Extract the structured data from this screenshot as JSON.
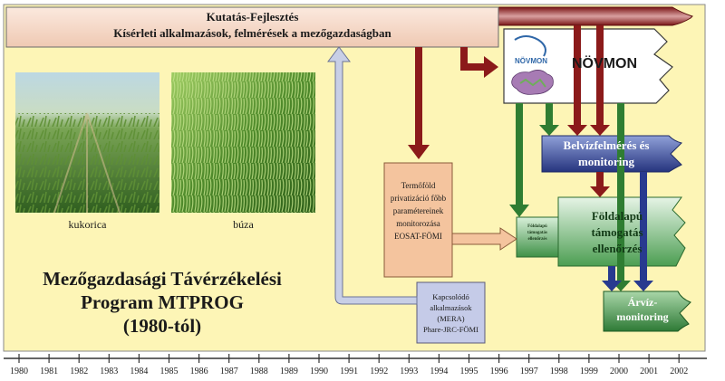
{
  "banner": {
    "line1": "Kutatás-Fejlesztés",
    "line2": "Kísérleti alkalmazások, felmérések a mezőgazdaságban"
  },
  "photos": {
    "corn_caption": "kukorica",
    "wheat_caption": "búza"
  },
  "program": {
    "line1": "Mezőgazdasági Távérzékelési",
    "line2": "Program MTPROG",
    "line3": "(1980-tól)"
  },
  "boxes": {
    "privatization": [
      "Termőföld",
      "privatizáció főbb",
      "paramétereinek",
      "monitorozása",
      "EOSAT-FÖMI"
    ],
    "related": [
      "Kapcsolódó",
      "alkalmazások",
      "(MERA)",
      "Phare-JRC-FÖMI"
    ],
    "novmon_logo": "NÖVMON",
    "novmon": "NÖVMON",
    "belviz": [
      "Belvízfelmérés és",
      "monitoring"
    ],
    "small_support": [
      "Földalapú",
      "támogatás",
      "ellenőrzés"
    ],
    "foldalapu": [
      "Földalapú",
      "támogatás",
      "ellenőrzés"
    ],
    "arviz": [
      "Árvíz-",
      "monitoring"
    ]
  },
  "timeline": {
    "years": [
      "1980",
      "1981",
      "1982",
      "1983",
      "1984",
      "1985",
      "1986",
      "1987",
      "1988",
      "1989",
      "1990",
      "1991",
      "1992",
      "1993",
      "1994",
      "1995",
      "1996",
      "1997",
      "1998",
      "1999",
      "2000",
      "2001",
      "2002"
    ]
  },
  "colors": {
    "panel": "#fdf5b6",
    "banner": "#f6dccd",
    "dark_red": "#8b1a1a",
    "green": "#2f7d32",
    "blue": "#283a8f",
    "orange_box": "#f4c49e",
    "lavender_box": "#c5cbe8",
    "light_arrow": "#c8cfe6"
  }
}
